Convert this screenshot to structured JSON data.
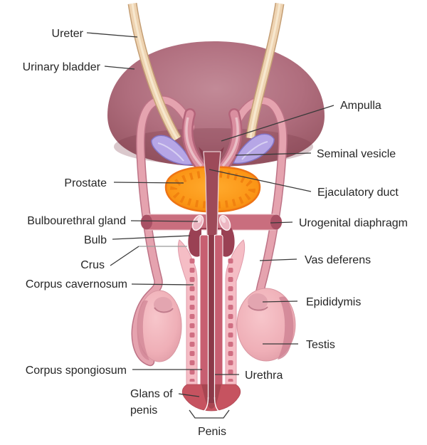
{
  "figure": {
    "title": "Male reproductive system — labeled anatomy diagram",
    "background": "#ffffff",
    "labels": {
      "ureter": "Ureter",
      "urinary_bladder": "Urinary bladder",
      "ampulla": "Ampulla",
      "seminal_vesicle": "Seminal vesicle",
      "prostate": "Prostate",
      "ejaculatory_duct": "Ejaculatory duct",
      "bulbourethral_gland": "Bulbourethral gland",
      "urogenital_diaphragm": "Urogenital diaphragm",
      "bulb": "Bulb",
      "crus": "Crus",
      "vas_deferens": "Vas deferens",
      "corpus_cavernosum": "Corpus cavernosum",
      "epididymis": "Epididymis",
      "testis": "Testis",
      "corpus_spongiosum": "Corpus spongiosum",
      "urethra": "Urethra",
      "glans_of_penis": "Glans of\npenis",
      "penis": "Penis"
    },
    "colors": {
      "bladder": "#b06e7e",
      "ureter": "#eed3b1",
      "vas_deferens": "#e5a3af",
      "ampulla_duct": "#da8fa0",
      "seminal_vesicle": "#b6a6e6",
      "prostate": "#fb9616",
      "duct_junction": "#873a4c",
      "urethra_channel": "#9d4a59",
      "urogenital_diaphragm": "#c96e7e",
      "bulb": "#9a4154",
      "corpus_cavernosum": "#f5bdc5",
      "cavernosum_dots": "#d06e82",
      "corpus_spongiosum": "#c75f71",
      "urethra": "#8c3a49",
      "glans": "#c65360",
      "testis": "#efafb7",
      "epididymis": "#d08595",
      "label_text": "#262626",
      "leader_line": "#3a3a3a"
    }
  }
}
